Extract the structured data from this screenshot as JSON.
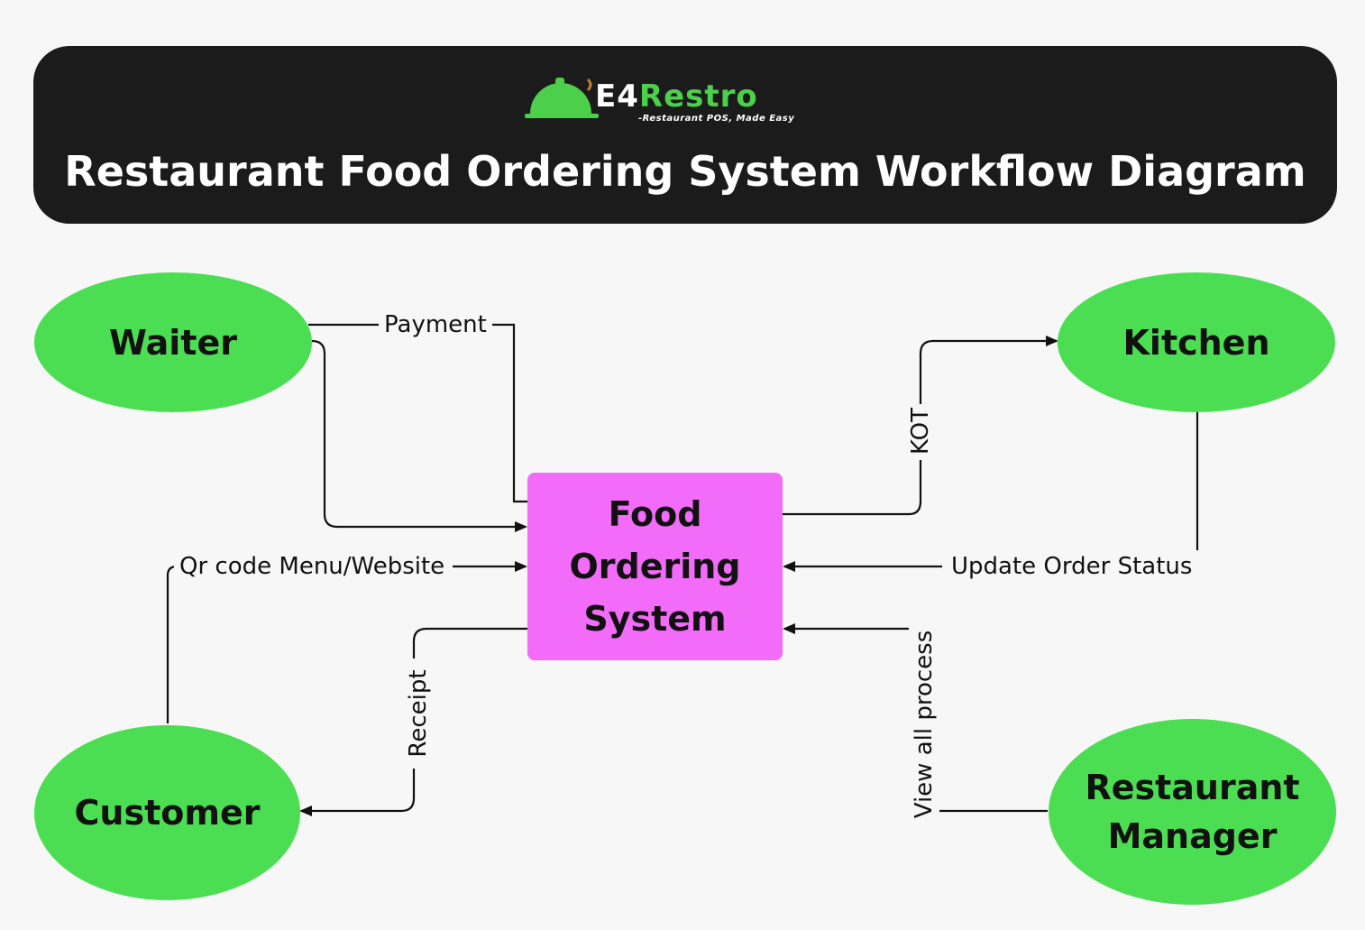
{
  "header": {
    "logo_text_a": "E4",
    "logo_text_b": "Restro",
    "logo_tagline": "-Restaurant POS, Made Easy",
    "title": "Restaurant Food Ordering System Workflow Diagram"
  },
  "nodes": {
    "waiter": "Waiter",
    "kitchen": "Kitchen",
    "customer": "Customer",
    "manager_line1": "Restaurant",
    "manager_line2": "Manager",
    "center_line1": "Food",
    "center_line2": "Ordering",
    "center_line3": "System"
  },
  "edges": {
    "payment": "Payment",
    "kot": "KOT",
    "qr": "Qr code Menu/Website",
    "update": "Update Order Status",
    "receipt": "Receipt",
    "view": "View all process"
  },
  "colors": {
    "header_bg": "#1b1b1b",
    "node_green": "#4cde52",
    "center_pink": "#f36bf9",
    "brand_green": "#4cd04c"
  }
}
